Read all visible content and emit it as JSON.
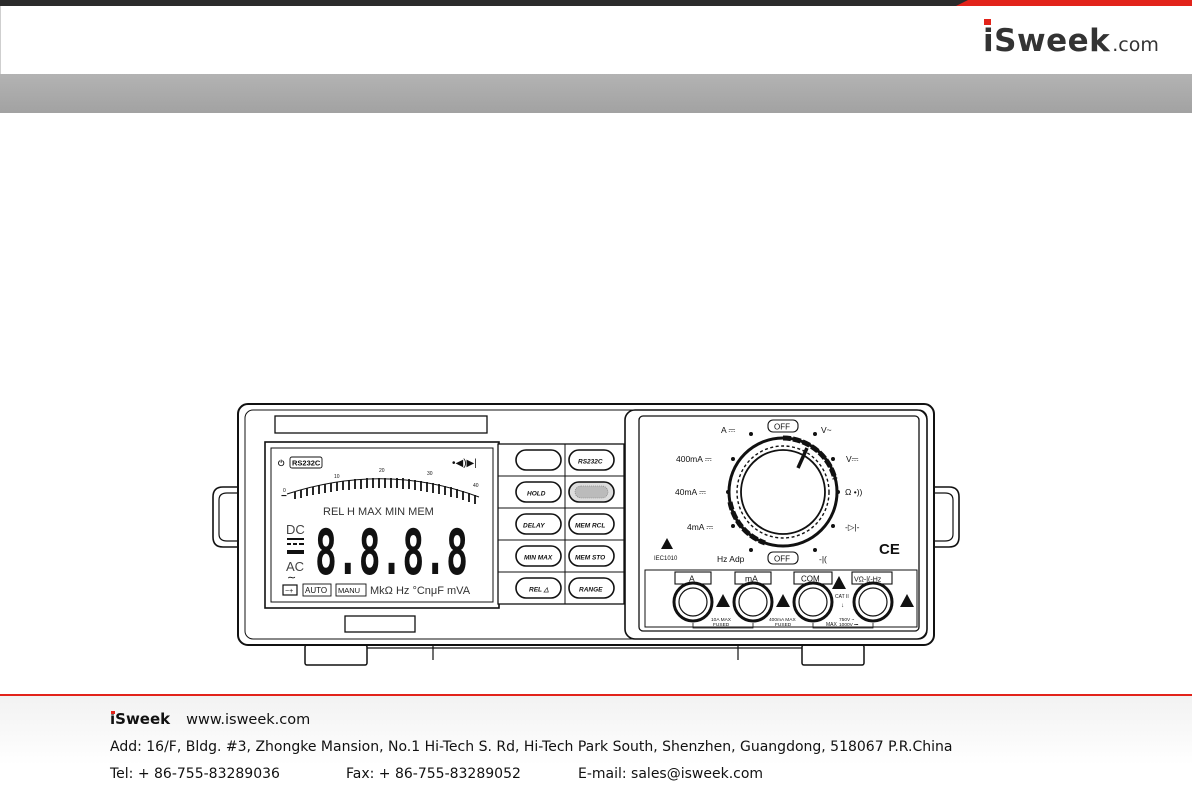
{
  "header": {
    "brand": "iSweek",
    "brand_suffix": ".com"
  },
  "device": {
    "lcd": {
      "top_left": "RS232C",
      "scale_ticks": [
        "0",
        "10",
        "20",
        "30",
        "40"
      ],
      "flags": "REL  H  MAX  MIN  MEM",
      "mode_dc": "DC",
      "mode_ac": "AC",
      "digits": "8.8.8.8",
      "bottom_auto": "AUTO",
      "bottom_manu": "MANU",
      "units": "MkΩ  Hz  °CnμF  mVA"
    },
    "buttons": {
      "blank": "",
      "rs232c": "RS232C",
      "hold": "HOLD",
      "delay": "DELAY",
      "mem_rcl": "MEM RCL",
      "min_max": "MIN MAX",
      "mem_sto": "MEM STO",
      "rel": "REL △",
      "range": "RANGE"
    },
    "dial": {
      "off_top": "OFF",
      "off_bottom": "OFF",
      "v_ac": "V~",
      "v_dc": "V⎓",
      "ohm": "Ω •))",
      "diode": "-▷|-",
      "cap": "-|(",
      "hz": "Hz Adp",
      "a": "A ⎓",
      "ma400": "400mA ⎓",
      "ma40": "40mA ⎓",
      "ma4": "4mA ⎓"
    },
    "terminals": {
      "a": "A",
      "ma": "mA",
      "com": "COM",
      "vohm": "VΩ-|(-Hz",
      "note_a1": "10A MAX",
      "note_a2": "FUSED",
      "note_ma1": "400mA MAX",
      "note_ma2": "FUSED",
      "note_cat": "CAT II",
      "note_max": "MAX",
      "note_v1": "750V ~",
      "note_v2": "1000V ⎓",
      "iec": "IEC1010",
      "ce": "CE"
    }
  },
  "footer": {
    "brand": "iSweek",
    "website": "www.isweek.com",
    "address": "Add: 16/F, Bldg.  #3, Zhongke Mansion, No.1 Hi-Tech S. Rd, Hi-Tech Park South, Shenzhen, Guangdong, 518067 P.R.China",
    "tel": "Tel: + 86-755-83289036",
    "fax": "Fax: + 86-755-83289052",
    "email": "E-mail: sales@isweek.com"
  },
  "colors": {
    "accent": "#e2231a",
    "band": "#a8a8a8",
    "ink": "#222222"
  }
}
